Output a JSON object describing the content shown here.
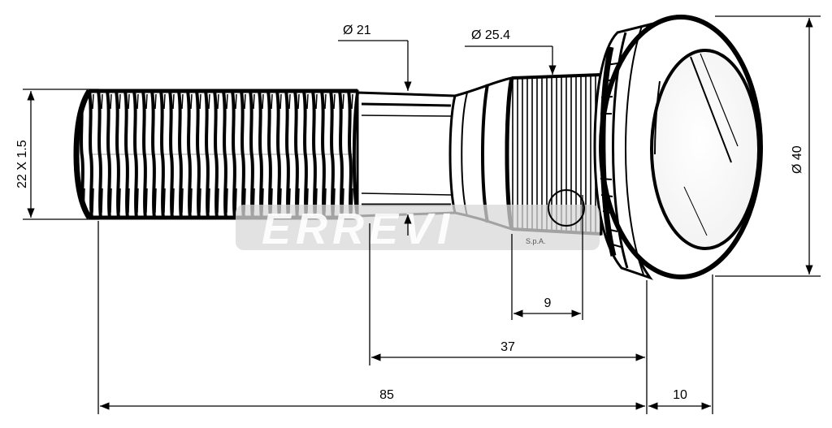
{
  "drawing": {
    "subject": "wheel-stud-bolt",
    "dimensions": {
      "thread": "22 X 1.5",
      "shank_diameter": "Ø 21",
      "knurl_diameter": "Ø 25.4",
      "head_diameter": "Ø 40",
      "knurl_length": "9",
      "under_head_length": "37",
      "total_length": "85",
      "head_thickness": "10"
    },
    "watermark": {
      "brand": "ERREVI",
      "suffix": "S.p.A."
    },
    "colors": {
      "ink": "#000000",
      "paper": "#ffffff",
      "watermark": "#9a9a9a"
    }
  }
}
